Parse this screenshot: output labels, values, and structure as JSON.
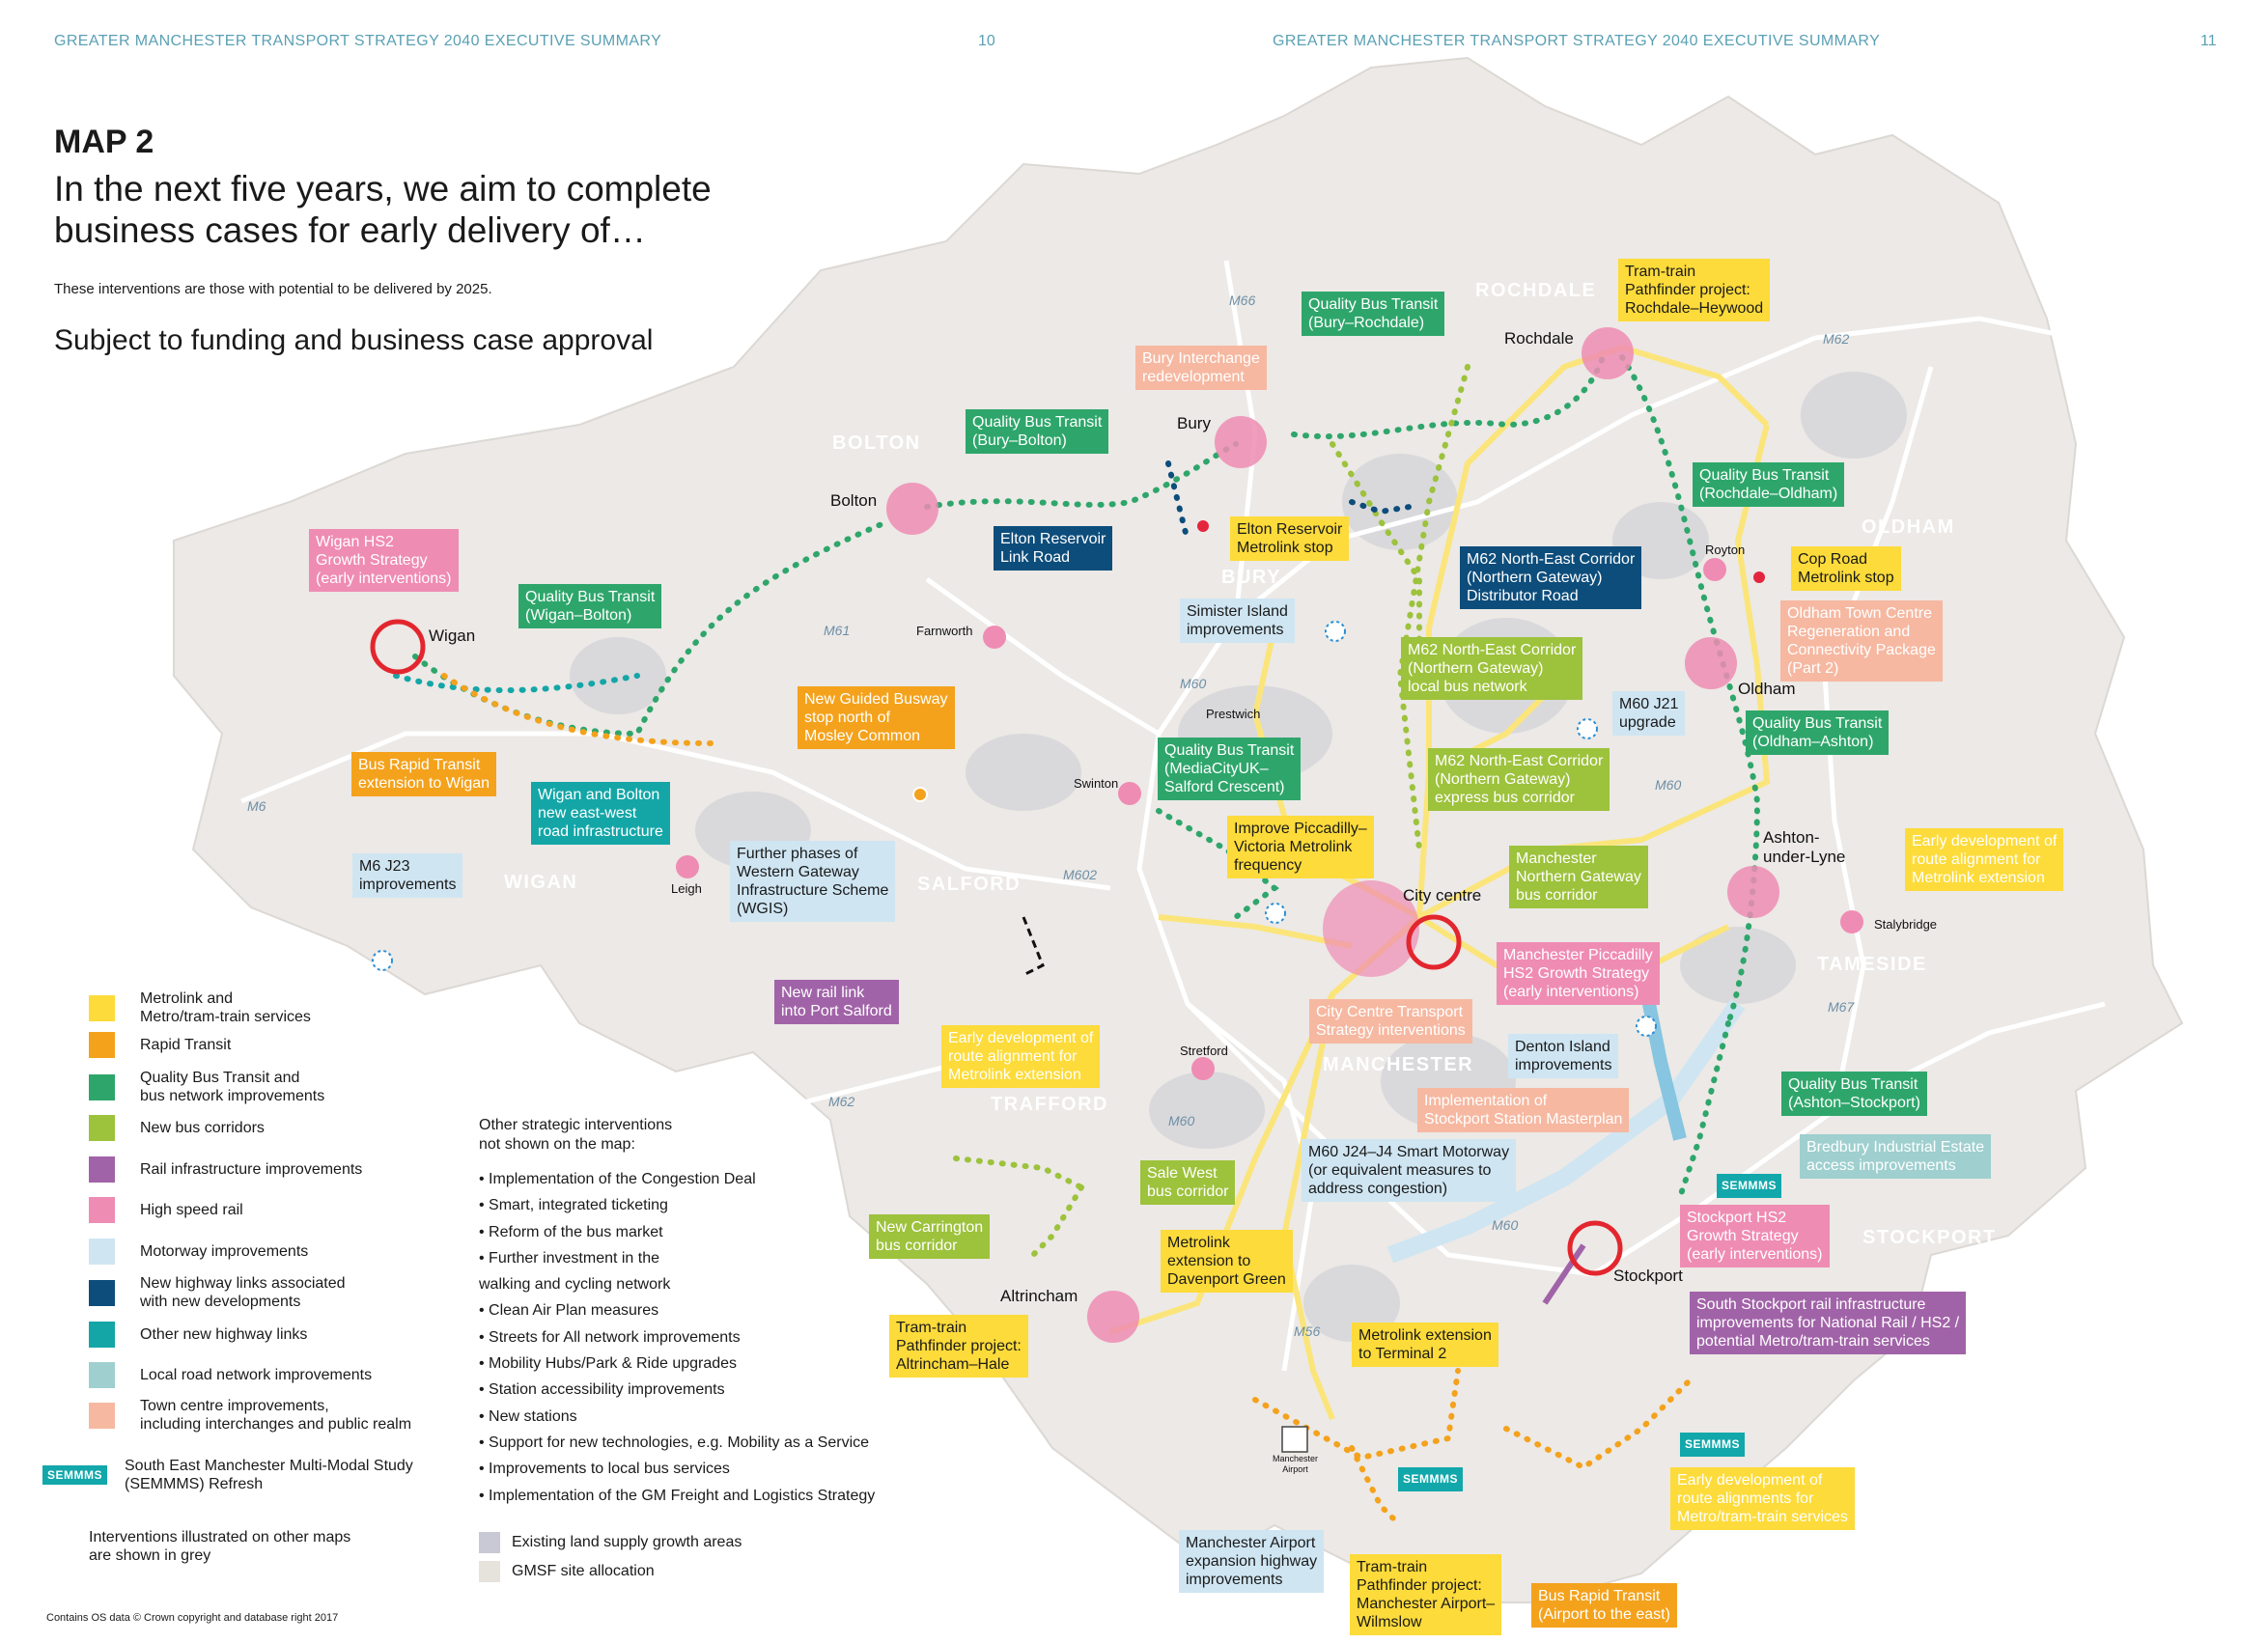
{
  "header": {
    "left_title": "GREATER MANCHESTER TRANSPORT STRATEGY 2040 EXECUTIVE SUMMARY",
    "left_page": "10",
    "right_title": "GREATER MANCHESTER TRANSPORT STRATEGY 2040 EXECUTIVE SUMMARY",
    "right_page": "11"
  },
  "intro": {
    "map_number": "MAP 2",
    "headline": "In the next five years, we aim to complete business cases for early delivery of…",
    "note": "These interventions are those with potential to be delivered by 2025.",
    "subtitle": "Subject to funding and business case approval"
  },
  "colors": {
    "metrolink": "#fddb3a",
    "rapid_transit": "#f4a21c",
    "quality_bus": "#2ea66b",
    "new_bus_corridors": "#9dc23c",
    "rail": "#a163a8",
    "high_speed_rail": "#ef8cb3",
    "motorway": "#cfe5f2",
    "new_highway_dev": "#0d4d7b",
    "other_highway": "#14a6a7",
    "local_road": "#9fcfcf",
    "town_centre": "#f6b8a1"
  },
  "legend": [
    {
      "label": "Metrolink and\nMetro/tram-train services",
      "color": "#fddb3a"
    },
    {
      "label": "Rapid Transit",
      "color": "#f4a21c"
    },
    {
      "label": "Quality Bus Transit and\nbus network improvements",
      "color": "#2ea66b"
    },
    {
      "label": "New bus corridors",
      "color": "#9dc23c"
    },
    {
      "label": "Rail infrastructure improvements",
      "color": "#a163a8"
    },
    {
      "label": "High speed rail",
      "color": "#ef8cb3"
    },
    {
      "label": "Motorway improvements",
      "color": "#cfe5f2"
    },
    {
      "label": "New highway links associated\nwith new developments",
      "color": "#0d4d7b"
    },
    {
      "label": "Other new highway links",
      "color": "#14a6a7"
    },
    {
      "label": "Local road network improvements",
      "color": "#9fcfcf"
    },
    {
      "label": "Town centre improvements,\nincluding interchanges and public realm",
      "color": "#f6b8a1"
    }
  ],
  "legend_semmms": {
    "badge": "SEMMMS",
    "label": "South East Manchester Multi-Modal Study\n(SEMMMS) Refresh"
  },
  "legend_grey": "Interventions illustrated on other maps\nare shown in grey",
  "other_interventions": {
    "heading": "Other strategic interventions\nnot shown on the map:",
    "items": [
      "Implementation of the Congestion Deal",
      "Smart, integrated ticketing",
      "Reform of the bus market",
      "Further investment in the\n  walking and cycling network",
      "Clean Air Plan measures",
      "Streets for All network improvements",
      "Mobility Hubs/Park & Ride upgrades",
      "Station accessibility improvements",
      "New stations",
      "Support for new technologies, e.g. Mobility as a Service",
      "Improvements to local bus services",
      "Implementation of the GM Freight and Logistics Strategy"
    ]
  },
  "land": {
    "existing": "Existing land supply growth areas",
    "gmsf": "GMSF site allocation"
  },
  "footer": "Contains OS data © Crown copyright and database right 2017",
  "districts": {
    "bolton": "BOLTON",
    "bury": "BURY",
    "rochdale": "ROCHDALE",
    "oldham": "OLDHAM",
    "wigan": "WIGAN",
    "salford": "SALFORD",
    "manchester": "MANCHESTER",
    "trafford": "TRAFFORD",
    "tameside": "TAMESIDE",
    "stockport": "STOCKPORT"
  },
  "places": {
    "rochdale": "Rochdale",
    "bury": "Bury",
    "bolton": "Bolton",
    "wigan": "Wigan",
    "farnworth": "Farnworth",
    "prestwich": "Prestwich",
    "swinton": "Swinton",
    "leigh": "Leigh",
    "royton": "Royton",
    "oldham": "Oldham",
    "ashton": "Ashton-\nunder-Lyne",
    "stalybridge": "Stalybridge",
    "city_centre": "City centre",
    "stretford": "Stretford",
    "altrincham": "Altrincham",
    "stockport": "Stockport",
    "airport": "Manchester\nAirport"
  },
  "motorways": {
    "m66": "M66",
    "m62_ne": "M62",
    "m61": "M61",
    "m60_nw": "M60",
    "m6": "M6",
    "m602": "M602",
    "m60_e": "M60",
    "m62_w": "M62",
    "m60_sw": "M60",
    "m67": "M67",
    "m60_s": "M60",
    "m56": "M56"
  },
  "map_labels": {
    "qbt_bury_rochdale": "Quality Bus Transit\n(Bury–Rochdale)",
    "tram_rochdale_heywood": "Tram-train\nPathfinder project:\nRochdale–Heywood",
    "bury_interchange": "Bury Interchange\nredevelopment",
    "qbt_bury_bolton": "Quality Bus Transit\n(Bury–Bolton)",
    "wigan_hs2": "Wigan HS2\nGrowth Strategy\n(early interventions)",
    "qbt_wigan_bolton": "Quality Bus Transit\n(Wigan–Bolton)",
    "elton_link": "Elton Reservoir\nLink Road",
    "elton_stop": "Elton Reservoir\nMetrolink stop",
    "qbt_rochdale_oldham": "Quality Bus Transit\n(Rochdale–Oldham)",
    "cop_road": "Cop Road\nMetrolink stop",
    "m62_distributor": "M62 North-East Corridor\n(Northern Gateway)\nDistributor Road",
    "simister": "Simister Island\nimprovements",
    "oldham_town": "Oldham Town Centre\nRegeneration and\nConnectivity Package\n(Part 2)",
    "m62_local_bus": "M62 North-East Corridor\n(Northern Gateway)\nlocal bus network",
    "m60_j21": "M60 J21\nupgrade",
    "qbt_oldham_ashton": "Quality Bus Transit\n(Oldham–Ashton)",
    "guided_busway": "New Guided Busway\nstop north of\nMosley Common",
    "brt_wigan": "Bus Rapid Transit\nextension to Wigan",
    "wigan_bolton_road": "Wigan and Bolton\nnew east-west\nroad infrastructure",
    "qbt_mediacity": "Quality Bus Transit\n(MediaCityUK–\nSalford Crescent)",
    "m62_express_bus": "M62 North-East Corridor\n(Northern Gateway)\nexpress bus corridor",
    "m6_j23": "M6 J23\nimprovements",
    "wgis": "Further phases of\nWestern Gateway\nInfrastructure Scheme\n(WGIS)",
    "picc_victoria": "Improve Piccadilly–\nVictoria Metrolink\nfrequency",
    "mcr_northern_gateway": "Manchester\nNorthern Gateway\nbus corridor",
    "early_metrolink_ext": "Early development of\nroute alignment for\nMetrolink extension",
    "port_salford": "New rail link\ninto Port Salford",
    "mcr_piccadilly_hs2": "Manchester Piccadilly\nHS2 Growth Strategy\n(early interventions)",
    "city_centre_transport": "City Centre Transport\nStrategy interventions",
    "early_metrolink_ext_sw": "Early development of\nroute alignment for\nMetrolink extension",
    "denton_island": "Denton Island\nimprovements",
    "stockport_station": "Implementation of\nStockport Station Masterplan",
    "qbt_ashton_stockport": "Quality Bus Transit\n(Ashton–Stockport)",
    "bredbury": "Bredbury Industrial Estate\naccess improvements",
    "sale_west": "Sale West\nbus corridor",
    "smart_motorway": "M60 J24–J4 Smart Motorway\n(or equivalent measures to\naddress congestion)",
    "carrington": "New Carrington\nbus corridor",
    "davenport": "Metrolink\nextension to\nDavenport Green",
    "stockport_hs2": "Stockport HS2\nGrowth Strategy\n(early interventions)",
    "south_stockport_rail": "South Stockport rail infrastructure\nimprovements for National Rail / HS2 /\npotential Metro/tram-train services",
    "tram_altrincham_hale": "Tram-train\nPathfinder project:\nAltrincham–Hale",
    "terminal2": "Metrolink extension\nto Terminal 2",
    "airport_highway": "Manchester Airport\nexpansion highway\nimprovements",
    "tram_airport_wilmslow": "Tram-train\nPathfinder project:\nManchester Airport–\nWilmslow",
    "brt_airport_east": "Bus Rapid Transit\n(Airport to the east)",
    "early_metro_tram": "Early development of\nroute alignments for\nMetro/tram-train services",
    "semmms_1": "SEMMMS",
    "semmms_2": "SEMMMS",
    "semmms_3": "SEMMMS"
  }
}
